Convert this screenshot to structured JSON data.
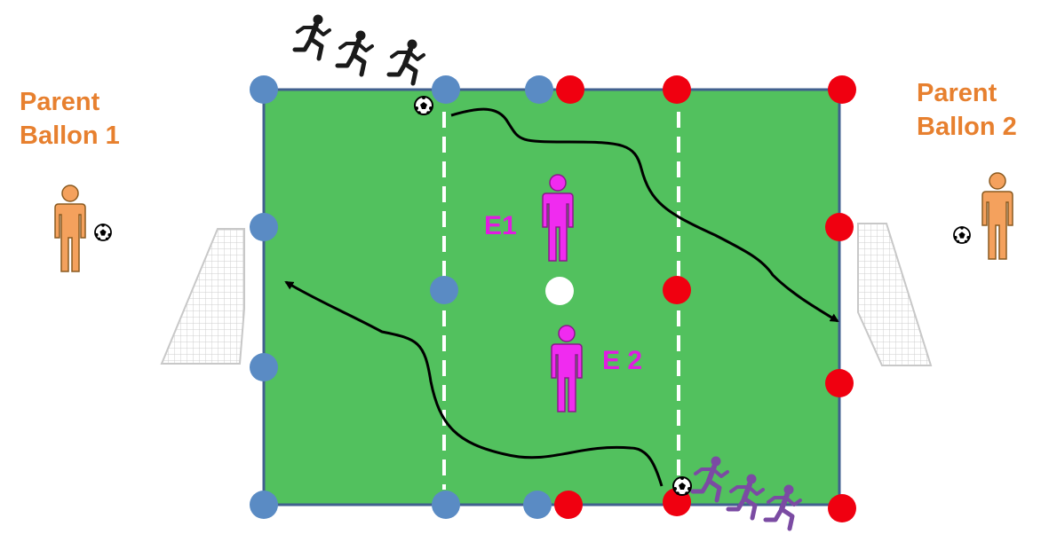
{
  "parents": [
    {
      "line1": "Parent",
      "line2": "Ballon 1"
    },
    {
      "line1": "Parent",
      "line2": "Ballon 2"
    }
  ],
  "defenders": {
    "e1": "E1",
    "e2": "E 2"
  },
  "colors": {
    "field": "#52C15E",
    "field_border": "#41608F",
    "blue_cone": "#5A8BC4",
    "red_cone": "#F00010",
    "parent": "#F4A15D",
    "parent_text": "#E7802F",
    "defender": "#F02BF0",
    "attacker_top": "#1A1A1A",
    "attacker_bottom": "#7B4BA3"
  },
  "icons": [
    "soccer-ball-icon",
    "runner-icon",
    "person-icon",
    "goal-net-icon",
    "cone-icon",
    "arrow-icon"
  ]
}
